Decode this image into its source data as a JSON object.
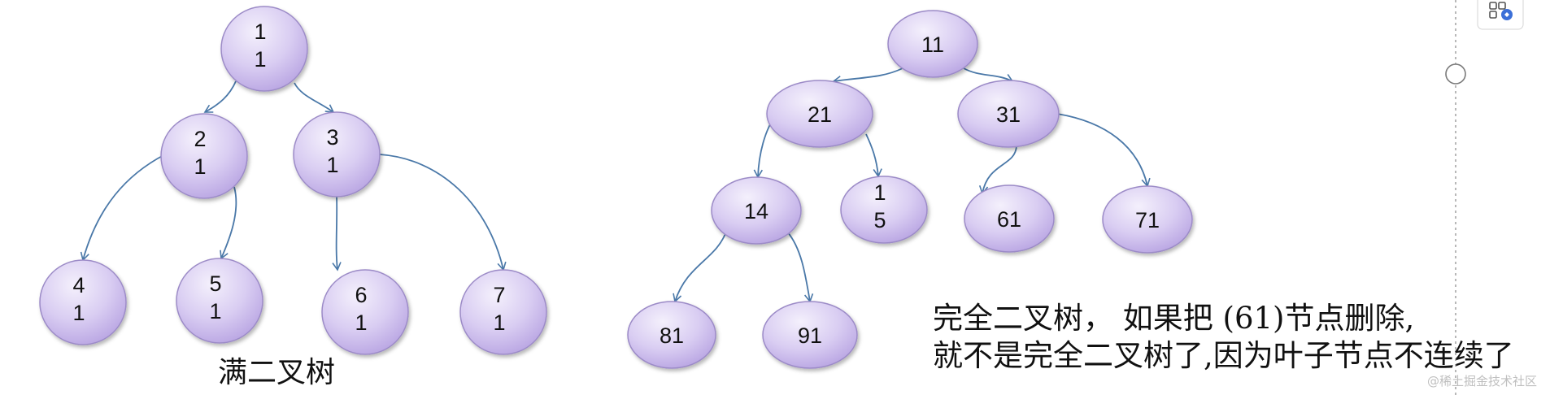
{
  "colors": {
    "node_fill_light": "#f1ecfb",
    "node_fill_dark": "#b9a6e3",
    "node_stroke": "#9c8bc7",
    "edge": "#4a78a8"
  },
  "full_tree": {
    "title": "满二叉树",
    "nodes": [
      {
        "id": "n1",
        "label": [
          "1",
          "1"
        ]
      },
      {
        "id": "n2",
        "label": [
          "2",
          "1"
        ]
      },
      {
        "id": "n3",
        "label": [
          "3",
          "1"
        ]
      },
      {
        "id": "n4",
        "label": [
          "4",
          "1"
        ]
      },
      {
        "id": "n5",
        "label": [
          "5",
          "1"
        ]
      },
      {
        "id": "n6",
        "label": [
          "6",
          "1"
        ]
      },
      {
        "id": "n7",
        "label": [
          "7",
          "1"
        ]
      }
    ],
    "edges": [
      [
        "n1",
        "n2"
      ],
      [
        "n1",
        "n3"
      ],
      [
        "n2",
        "n4"
      ],
      [
        "n2",
        "n5"
      ],
      [
        "n3",
        "n6"
      ],
      [
        "n3",
        "n7"
      ]
    ]
  },
  "complete_tree": {
    "caption_line1": "完全二叉树，  如果把 (61)节点删除,",
    "caption_line2": "就不是完全二叉树了,因为叶子节点不连续了",
    "nodes": [
      {
        "id": "c11",
        "label": [
          "11"
        ]
      },
      {
        "id": "c21",
        "label": [
          "21"
        ]
      },
      {
        "id": "c31",
        "label": [
          "31"
        ]
      },
      {
        "id": "c14",
        "label": [
          "14"
        ]
      },
      {
        "id": "c15",
        "label": [
          "1",
          "5"
        ]
      },
      {
        "id": "c61",
        "label": [
          "61"
        ]
      },
      {
        "id": "c71",
        "label": [
          "71"
        ]
      },
      {
        "id": "c81",
        "label": [
          "81"
        ]
      },
      {
        "id": "c91",
        "label": [
          "91"
        ]
      }
    ],
    "edges": [
      [
        "c11",
        "c21"
      ],
      [
        "c11",
        "c31"
      ],
      [
        "c21",
        "c14"
      ],
      [
        "c21",
        "c15"
      ],
      [
        "c31",
        "c61"
      ],
      [
        "c31",
        "c71"
      ],
      [
        "c14",
        "c81"
      ],
      [
        "c14",
        "c91"
      ]
    ]
  },
  "watermark": "@稀土掘金技术社区",
  "icons": {
    "toolbar": "ai-assistant-icon",
    "handle": "resize-handle-icon"
  }
}
